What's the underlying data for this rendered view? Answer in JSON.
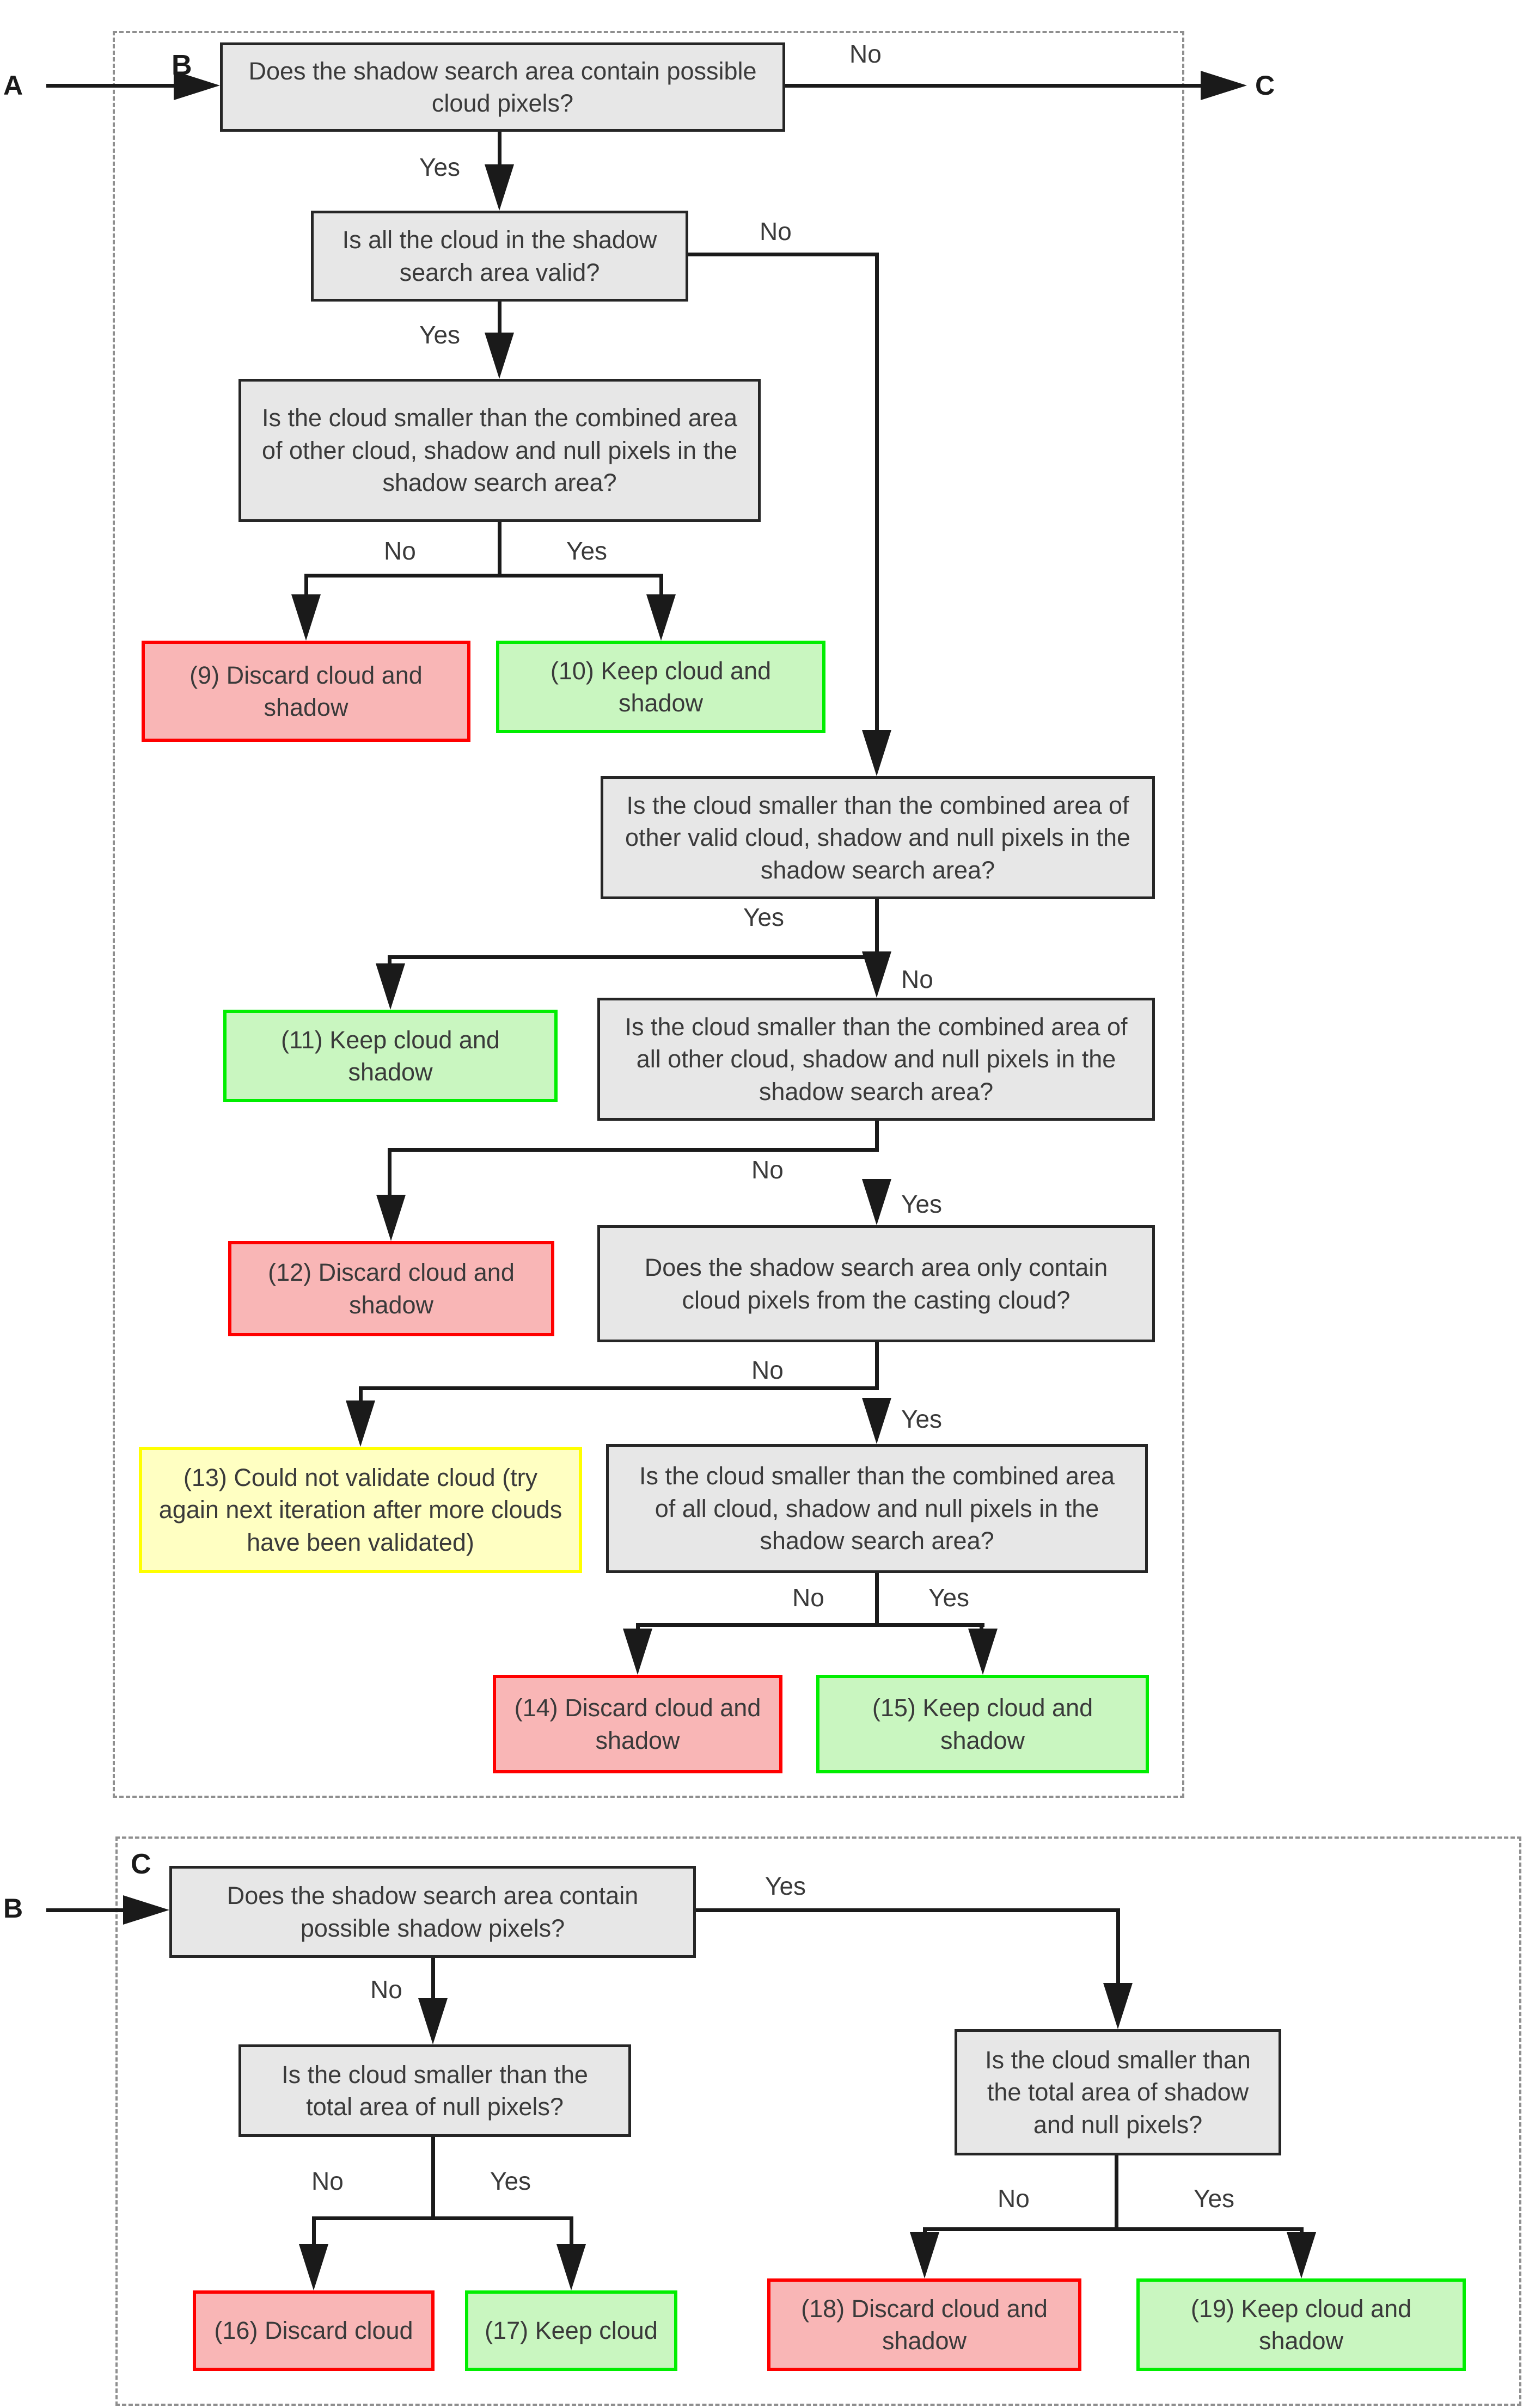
{
  "common": {
    "yes": "Yes",
    "no": "No"
  },
  "colors": {
    "decision_fill": "#e7e7e7",
    "decision_border": "#262626",
    "discard_fill": "#f9b6b6",
    "discard_border": "#ff0000",
    "keep_fill": "#c9f6c0",
    "keep_border": "#00ee00",
    "retry_fill": "#ffffc2",
    "retry_border": "#ffff00"
  },
  "section_b": {
    "label": "B",
    "entry": "A",
    "exit": "C",
    "q_cloud_pixels": "Does the shadow search area contain possible cloud pixels?",
    "q_all_valid": "Is all the cloud in the shadow search area valid?",
    "q_other": "Is the cloud smaller than the combined area of other cloud, shadow and null pixels in the shadow search area?",
    "q_other_valid": "Is the cloud smaller than the combined area of other valid cloud, shadow and null pixels in the shadow search area?",
    "q_all_other": "Is the cloud smaller than the combined area of all other cloud, shadow and null pixels in the shadow search area?",
    "q_casting": "Does the shadow search area only contain cloud pixels from the casting cloud?",
    "q_all": "Is the cloud smaller than the combined area of all cloud, shadow and null pixels in the shadow search area?",
    "r9": "(9) Discard cloud and shadow",
    "r10": "(10) Keep cloud and shadow",
    "r11": "(11) Keep cloud and shadow",
    "r12": "(12) Discard cloud and shadow",
    "r13": "(13) Could not validate cloud (try again next iteration after more clouds have been validated)",
    "r14": "(14) Discard cloud and shadow",
    "r15": "(15) Keep cloud and shadow"
  },
  "section_c": {
    "label": "C",
    "entry": "B",
    "q_shadow_pixels": "Does the shadow search area contain possible shadow pixels?",
    "q_null": "Is the cloud smaller than the total area of null pixels?",
    "q_shadow_null": "Is the cloud smaller than the total area of shadow and null pixels?",
    "r16": "(16) Discard cloud",
    "r17": "(17) Keep cloud",
    "r18": "(18) Discard cloud and shadow",
    "r19": "(19) Keep cloud and shadow"
  }
}
